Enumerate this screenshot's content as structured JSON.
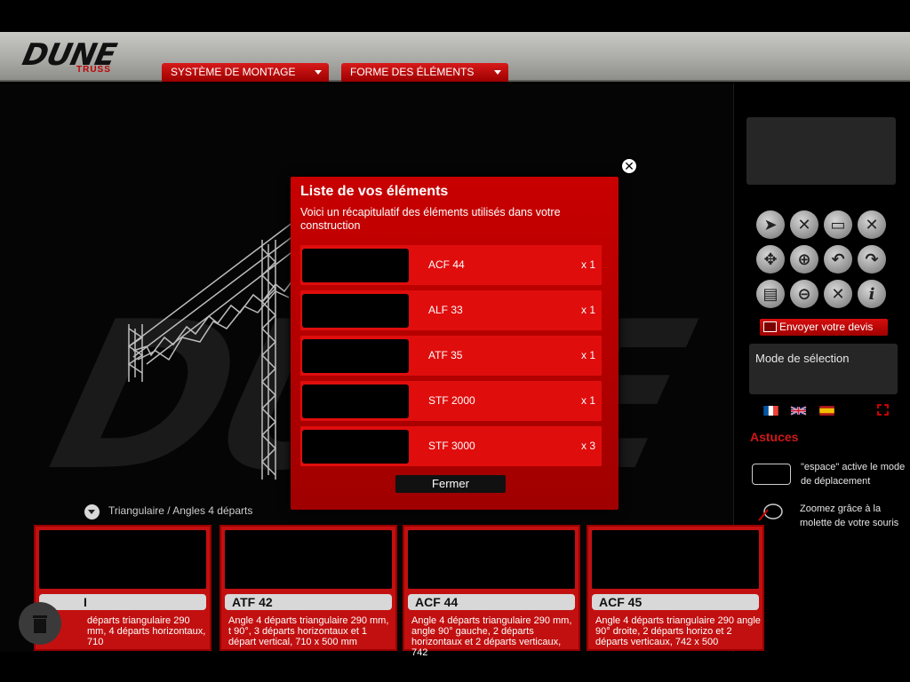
{
  "brand": {
    "name": "DUNE",
    "sub": "TRUSS"
  },
  "menus": [
    {
      "label": "SYSTÈME DE MONTAGE"
    },
    {
      "label": "FORME DES ÉLÉMENTS"
    }
  ],
  "toolbar": {
    "tools": [
      {
        "icon": "select-cursor-icon"
      },
      {
        "icon": "close-icon"
      },
      {
        "icon": "rect-select-icon"
      },
      {
        "icon": "close-icon"
      },
      {
        "icon": "move-icon"
      },
      {
        "icon": "zoom-in-icon"
      },
      {
        "icon": "rotate-left-icon"
      },
      {
        "icon": "rotate-right-icon"
      },
      {
        "icon": "document-icon"
      },
      {
        "icon": "zoom-out-icon"
      },
      {
        "icon": "close-icon"
      },
      {
        "icon": "info-icon"
      }
    ],
    "send_label": "Envoyer votre devis"
  },
  "mode": {
    "label": "Mode de sélection"
  },
  "flags": [
    "french-flag-icon",
    "uk-flag-icon",
    "spanish-flag-icon"
  ],
  "astuces": {
    "title": "Astuces",
    "tip1": "\"espace\" active le mode de déplacement",
    "tip2": "Zoomez grâce à la molette de votre souris"
  },
  "catalog": {
    "section_label": "Triangulaire / Angles 4 départs",
    "cards": [
      {
        "title": "I",
        "desc": "départs triangulaire 290 mm, 4 départs horizontaux, 710"
      },
      {
        "title": "ATF 42",
        "desc": "Angle 4 départs triangulaire 290 mm, t 90°, 3 départs horizontaux et 1 départ vertical, 710 x 500 mm"
      },
      {
        "title": "ACF 44",
        "desc": "Angle 4 départs triangulaire 290 mm, angle 90° gauche, 2 départs horizontaux et 2 départs verticaux, 742"
      },
      {
        "title": "ACF 45",
        "desc": "Angle 4 départs triangulaire 290 angle 90° droite, 2 départs horizo et 2 départs verticaux, 742 x 500"
      }
    ]
  },
  "modal": {
    "title": "Liste de vos éléments",
    "desc": "Voici un récapitulatif des éléments utilisés dans votre construction",
    "items": [
      {
        "name": "ACF 44",
        "qty": "x 1"
      },
      {
        "name": "ALF 33",
        "qty": "x 1"
      },
      {
        "name": "ATF 35",
        "qty": "x 1"
      },
      {
        "name": "STF 2000",
        "qty": "x 1"
      },
      {
        "name": "STF 3000",
        "qty": "x 3"
      }
    ],
    "close_label": "Fermer"
  },
  "colors": {
    "accent": "#c80000",
    "panel": "#262626"
  }
}
